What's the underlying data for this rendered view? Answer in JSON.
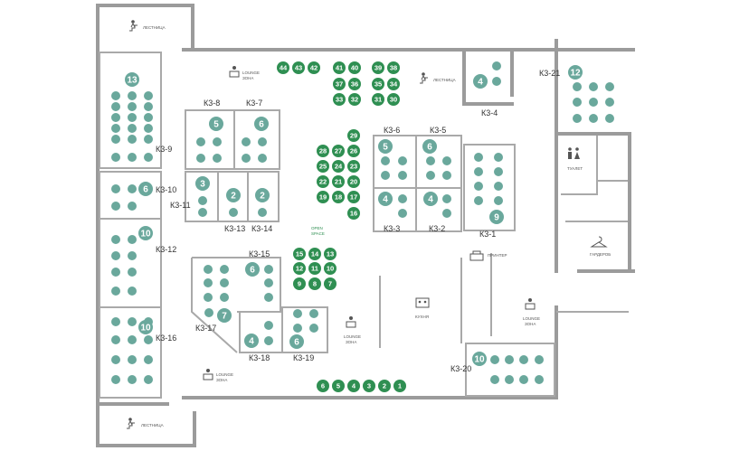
{
  "stairs_label": "ЛЕСТНИЦА",
  "lounge_label_1": "LOUNGE",
  "lounge_label_2": "ЗОНА",
  "open_space_1": "OPEN",
  "open_space_2": "SPACE",
  "printer_label": "ПРИНТЕР",
  "kitchen_label": "КУХНЯ",
  "toilet_label": "ТУАЛЕТ",
  "wardrobe_label": "ГАРДЕРОБ",
  "rooms": {
    "k3_1": "К3-1",
    "k3_2": "К3-2",
    "k3_3": "К3-3",
    "k3_4": "К3-4",
    "k3_5": "К3-5",
    "k3_6": "К3-6",
    "k3_7": "К3-7",
    "k3_8": "К3-8",
    "k3_9": "К3-9",
    "k3_10": "К3-10",
    "k3_11": "К3-11",
    "k3_12": "К3-12",
    "k3_13": "К3-13",
    "k3_14": "К3-14",
    "k3_15": "К3-15",
    "k3_16": "К3-16",
    "k3_17": "К3-17",
    "k3_18": "К3-18",
    "k3_19": "К3-19",
    "k3_20": "К3-20",
    "k3_21": "К3-21"
  },
  "capacity": {
    "k3_9": "13",
    "k3_10": "6",
    "k3_12": "10",
    "k3_16": "10",
    "k3_8": "5",
    "k3_7": "6",
    "k3_11": "3",
    "k3_13": "2",
    "k3_14": "2",
    "k3_6": "5",
    "k3_5": "6",
    "k3_3": "4",
    "k3_2": "4",
    "k3_1": "9",
    "k3_4": "4",
    "k3_21": "12",
    "k3_15": "6",
    "k3_17": "7",
    "k3_18": "4",
    "k3_19": "6",
    "k3_20": "10"
  },
  "open_seats": {
    "s44": "44",
    "s43": "43",
    "s42": "42",
    "s41": "41",
    "s40": "40",
    "s39": "39",
    "s38": "38",
    "s37": "37",
    "s36": "36",
    "s35": "35",
    "s34": "34",
    "s33": "33",
    "s32": "32",
    "s31": "31",
    "s30": "30",
    "s29": "29",
    "s28": "28",
    "s27": "27",
    "s26": "26",
    "s25": "25",
    "s24": "24",
    "s23": "23",
    "s22": "22",
    "s21": "21",
    "s20": "20",
    "s19": "19",
    "s18": "18",
    "s17": "17",
    "s16": "16",
    "s15": "15",
    "s14": "14",
    "s13": "13",
    "s12": "12",
    "s11": "11",
    "s10": "10",
    "s9": "9",
    "s8": "8",
    "s7": "7",
    "s6": "6",
    "s5": "5",
    "s4": "4",
    "s3": "3",
    "s2": "2",
    "s1": "1"
  },
  "colors": {
    "room_seat": "#6aa89c",
    "open_seat": "#2f8f52",
    "wall": "#9b9b9b"
  }
}
